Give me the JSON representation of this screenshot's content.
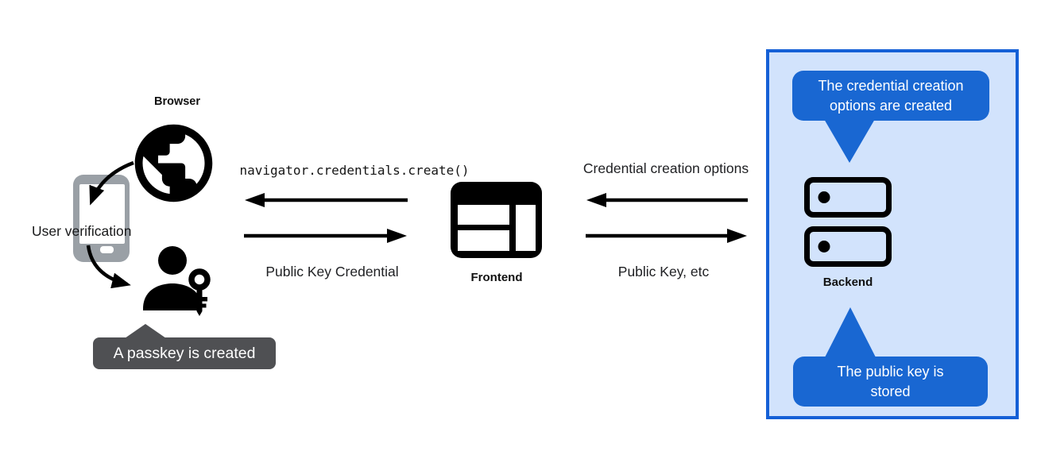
{
  "labels": {
    "browser": "Browser",
    "user_verification": "User verification",
    "passkey_created": "A passkey is created",
    "navigator_call": "navigator.credentials.create()",
    "public_key_credential": "Public Key Credential",
    "frontend": "Frontend",
    "credential_creation_options": "Credential creation options",
    "public_key_etc": "Public Key, etc",
    "backend": "Backend",
    "options_created": "The credential creation options are created",
    "public_key_stored": "The public key is stored"
  },
  "icons": {
    "browser": "globe-icon",
    "client_device": "smartphone-icon",
    "user": "person-with-key-icon",
    "frontend": "browser-window-icon",
    "backend": "server-stack-icon"
  },
  "colors": {
    "bubble_blue": "#1967d2",
    "backend_box_fill": "#d2e3fc",
    "backend_box_border": "#1560d6",
    "tooltip_gray": "#4f5053",
    "phone_gray": "#9aa0a6",
    "icon_black": "#000000",
    "background": "#ffffff"
  }
}
